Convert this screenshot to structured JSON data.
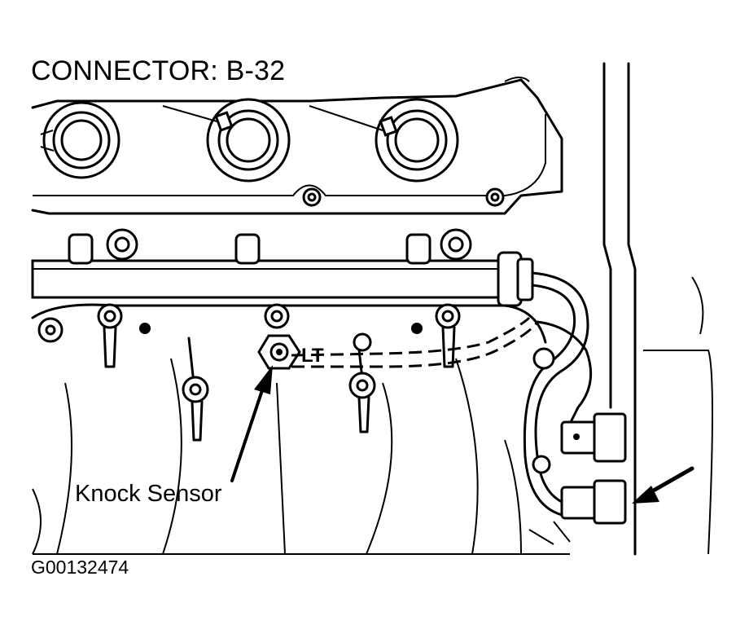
{
  "diagram": {
    "title": "CONNECTOR: B-32",
    "callout_label": "Knock Sensor",
    "hose_tag": "LT",
    "figure_code": "G00132474"
  },
  "colors": {
    "background": "#ffffff",
    "line": "#000000"
  }
}
